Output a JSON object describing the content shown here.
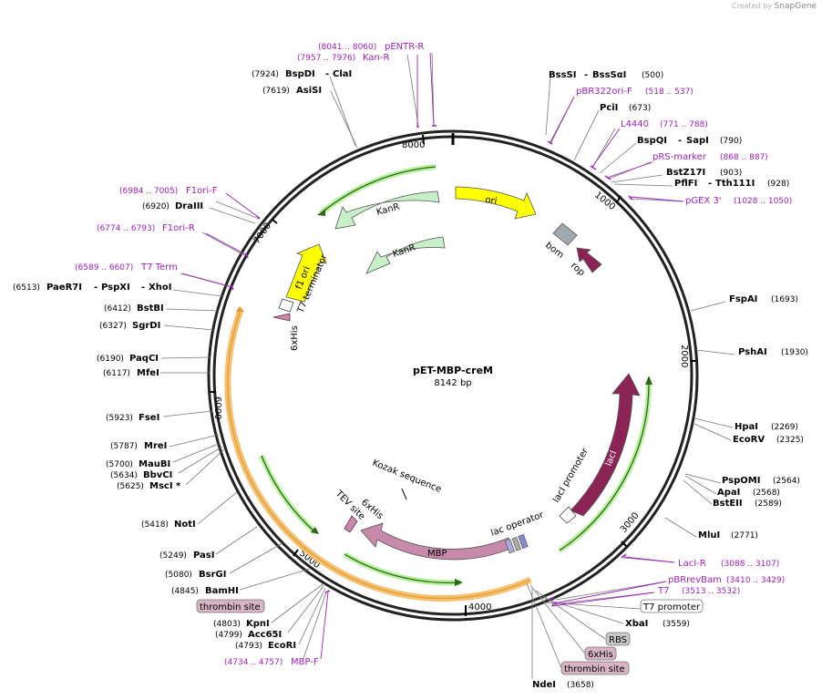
{
  "credit": {
    "prefix": "Created by",
    "brand": "SnapGene"
  },
  "plasmid": {
    "name": "pET-MBP-creM",
    "length": "8142 bp"
  },
  "ticks": [
    "1000",
    "2000",
    "3000",
    "4000",
    "5000",
    "6000",
    "7000",
    "8000"
  ],
  "enzymes": [
    {
      "name": "BspDI",
      "extra": "ClaI",
      "pos": "(7924)"
    },
    {
      "name": "AsiSI",
      "pos": "(7619)"
    },
    {
      "name": "BssSI",
      "extra": "BssSαI",
      "pos": "(500)"
    },
    {
      "name": "PciI",
      "pos": "(673)"
    },
    {
      "name": "BspQI",
      "extra": "SapI",
      "pos": "(790)"
    },
    {
      "name": "BstZ17I",
      "pos": "(903)"
    },
    {
      "name": "PflFI",
      "extra": "Tth111I",
      "pos": "(928)"
    },
    {
      "name": "FspAI",
      "pos": "(1693)"
    },
    {
      "name": "PshAI",
      "pos": "(1930)"
    },
    {
      "name": "HpaI",
      "pos": "(2269)"
    },
    {
      "name": "EcoRV",
      "pos": "(2325)"
    },
    {
      "name": "PspOMI",
      "pos": "(2564)"
    },
    {
      "name": "ApaI",
      "pos": "(2568)"
    },
    {
      "name": "BstEII",
      "pos": "(2589)"
    },
    {
      "name": "MluI",
      "pos": "(2771)"
    },
    {
      "name": "XbaI",
      "pos": "(3559)"
    },
    {
      "name": "NdeI",
      "pos": "(3658)"
    },
    {
      "name": "DraIII",
      "pos": "(6920)"
    },
    {
      "name": "PaeR7I",
      "extra": "PspXI",
      "extra2": "XhoI",
      "pos": "(6513)"
    },
    {
      "name": "BstBI",
      "pos": "(6412)"
    },
    {
      "name": "SgrDI",
      "pos": "(6327)"
    },
    {
      "name": "PaqCI",
      "pos": "(6190)"
    },
    {
      "name": "MfeI",
      "pos": "(6117)"
    },
    {
      "name": "FseI",
      "pos": "(5923)"
    },
    {
      "name": "MreI",
      "pos": "(5787)"
    },
    {
      "name": "MauBI",
      "pos": "(5700)"
    },
    {
      "name": "BbvCI",
      "pos": "(5634)"
    },
    {
      "name": "MscI *",
      "pos": "(5625)"
    },
    {
      "name": "NotI",
      "pos": "(5418)"
    },
    {
      "name": "PasI",
      "pos": "(5249)"
    },
    {
      "name": "BsrGI",
      "pos": "(5080)"
    },
    {
      "name": "BamHI",
      "pos": "(4845)"
    },
    {
      "name": "KpnI",
      "pos": "(4803)"
    },
    {
      "name": "Acc65I",
      "pos": "(4799)"
    },
    {
      "name": "EcoRI",
      "pos": "(4793)"
    }
  ],
  "primers": [
    {
      "name": "pENTR-R",
      "pos": "(8041 .. 8060)"
    },
    {
      "name": "Kan-R",
      "pos": "(7957 .. 7976)"
    },
    {
      "name": "pBR322ori-F",
      "pos": "(518 .. 537)"
    },
    {
      "name": "L4440",
      "pos": "(771 .. 788)"
    },
    {
      "name": "pRS-marker",
      "pos": "(868 .. 887)"
    },
    {
      "name": "pGEX 3'",
      "pos": "(1028 .. 1050)"
    },
    {
      "name": "LacI-R",
      "pos": "(3088 .. 3107)"
    },
    {
      "name": "pBRrevBam",
      "pos": "(3410 .. 3429)"
    },
    {
      "name": "T7",
      "pos": "(3513 .. 3532)"
    },
    {
      "name": "F1ori-F",
      "pos": "(6984 .. 7005)"
    },
    {
      "name": "F1ori-R",
      "pos": "(6774 .. 6793)"
    },
    {
      "name": "T7 Term",
      "pos": "(6589 .. 6607)"
    },
    {
      "name": "MBP-F",
      "pos": "(4734 .. 4757)"
    }
  ],
  "boxed": [
    {
      "name": "T7 promoter"
    },
    {
      "name": "RBS"
    },
    {
      "name": "6xHis"
    },
    {
      "name": "thrombin site"
    },
    {
      "name": "thrombin site"
    }
  ],
  "features": [
    {
      "name": "ori"
    },
    {
      "name": "bom"
    },
    {
      "name": "rop"
    },
    {
      "name": "KanR"
    },
    {
      "name": "KanR"
    },
    {
      "name": "f1 ori"
    },
    {
      "name": "T7 terminator"
    },
    {
      "name": "6xHis"
    },
    {
      "name": "lacI"
    },
    {
      "name": "lacI promoter"
    },
    {
      "name": "lac operator"
    },
    {
      "name": "MBP"
    },
    {
      "name": "Kozak sequence"
    },
    {
      "name": "6xHis"
    },
    {
      "name": "TEV site"
    }
  ],
  "colors": {
    "backbone": "#222222",
    "primer": "#a020c0",
    "ori": "#ffff00",
    "kanr": "#c8f0c8",
    "lacI": "#8b2355",
    "mbp": "#c88aaa",
    "orf": "#f5c070",
    "bom": "#a0a8b0"
  }
}
